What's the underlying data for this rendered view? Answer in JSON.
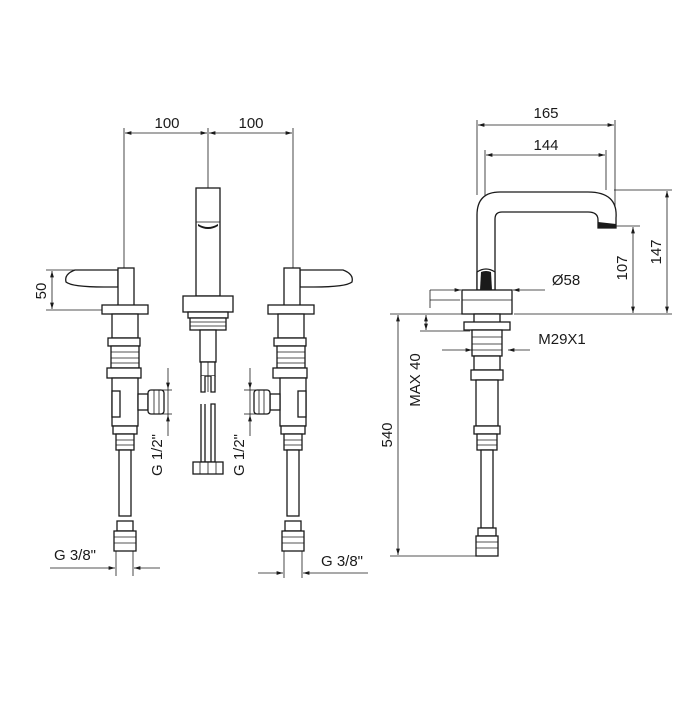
{
  "dimensions": {
    "spacing_left": "100",
    "spacing_right": "100",
    "handle_height": "50",
    "thread_left_inlet": "G 1/2\"",
    "thread_right_inlet": "G 1/2\"",
    "thread_left_outlet": "G 3/8\"",
    "thread_right_outlet": "G 3/8\"",
    "reach_total": "165",
    "reach_spout": "144",
    "outlet_height": "107",
    "total_height": "147",
    "base_diameter": "Ø58",
    "mount_thread": "M29X1",
    "max_deck": "MAX 40",
    "hose_length": "540"
  }
}
